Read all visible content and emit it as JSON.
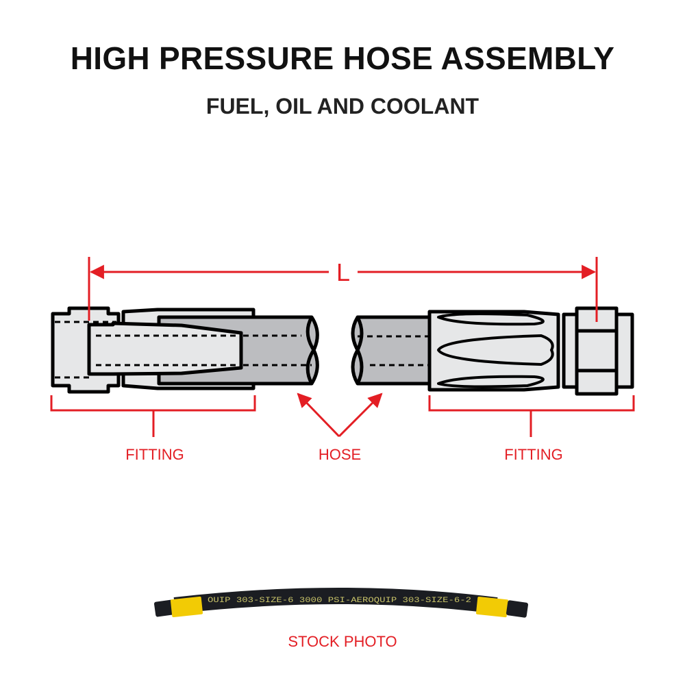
{
  "header": {
    "title": "HIGH PRESSURE HOSE ASSEMBLY",
    "subtitle": "FUEL, OIL AND COOLANT"
  },
  "diagram": {
    "length_label": "L",
    "left_label": "FITTING",
    "center_label": "HOSE",
    "right_label": "FITTING",
    "accent_color": "#e31e24",
    "fitting_color": "#e6e7e8",
    "hose_color": "#bcbdc0"
  },
  "photo": {
    "hose_print": "OUIP 303-SIZE-6 3000 PSI-AEROQUIP 303-SIZE-6-2",
    "caption": "STOCK PHOTO"
  }
}
